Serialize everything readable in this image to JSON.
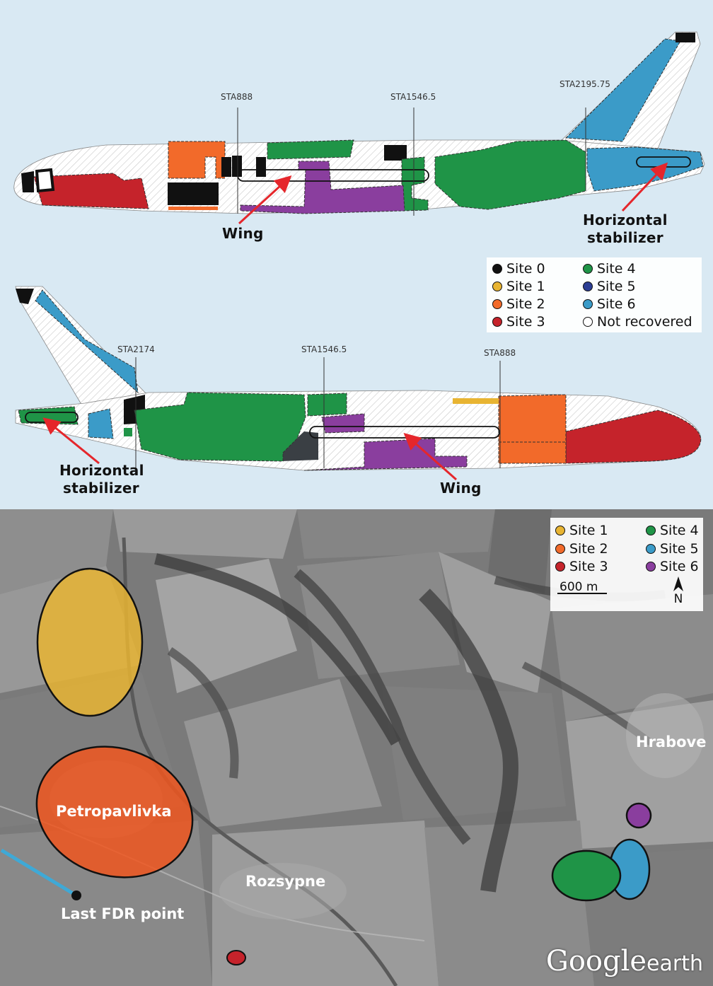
{
  "colors": {
    "site0": "#111111",
    "site1": "#e8b432",
    "site2": "#f26a2a",
    "site3": "#c5232b",
    "site4": "#1f9447",
    "site5": "#2c3e94",
    "site6": "#3b9bc8",
    "not_recovered": "#ffffff",
    "arrow": "#e5262b",
    "fdr_track": "#3fa9d6"
  },
  "top_plane": {
    "stations": [
      "STA888",
      "STA1546.5",
      "STA2195.75"
    ],
    "labels": {
      "wing": "Wing",
      "stab_line1": "Horizontal",
      "stab_line2": "stabilizer"
    }
  },
  "bottom_plane": {
    "stations": [
      "STA2174",
      "STA1546.5",
      "STA888"
    ],
    "labels": {
      "wing": "Wing",
      "stab_line1": "Horizontal",
      "stab_line2": "stabilizer"
    }
  },
  "legend_diagram": [
    {
      "label": "Site 0",
      "color": "#111111"
    },
    {
      "label": "Site 1",
      "color": "#e8b432"
    },
    {
      "label": "Site 2",
      "color": "#f26a2a"
    },
    {
      "label": "Site 3",
      "color": "#c5232b"
    },
    {
      "label": "Site 4",
      "color": "#1f9447"
    },
    {
      "label": "Site 5",
      "color": "#2c3e94"
    },
    {
      "label": "Site 6",
      "color": "#3b9bc8"
    },
    {
      "label": "Not recovered",
      "color": "#ffffff"
    }
  ],
  "legend_map": [
    {
      "label": "Site 1",
      "color": "#e8b432"
    },
    {
      "label": "Site 2",
      "color": "#f26a2a"
    },
    {
      "label": "Site 3",
      "color": "#c5232b"
    },
    {
      "label": "Site 4",
      "color": "#1f9447"
    },
    {
      "label": "Site 5",
      "color": "#3b9bc8"
    },
    {
      "label": "Site 6",
      "color": "#8a3e9e"
    }
  ],
  "scale": {
    "label": "600 m",
    "north": "N"
  },
  "map_labels": {
    "petropavlivka": "Petropavlivka",
    "rozsypne": "Rozsypne",
    "hrabove": "Hrabove",
    "last_fdr": "Last FDR point"
  },
  "logo": {
    "google": "Google",
    "earth": "earth"
  }
}
